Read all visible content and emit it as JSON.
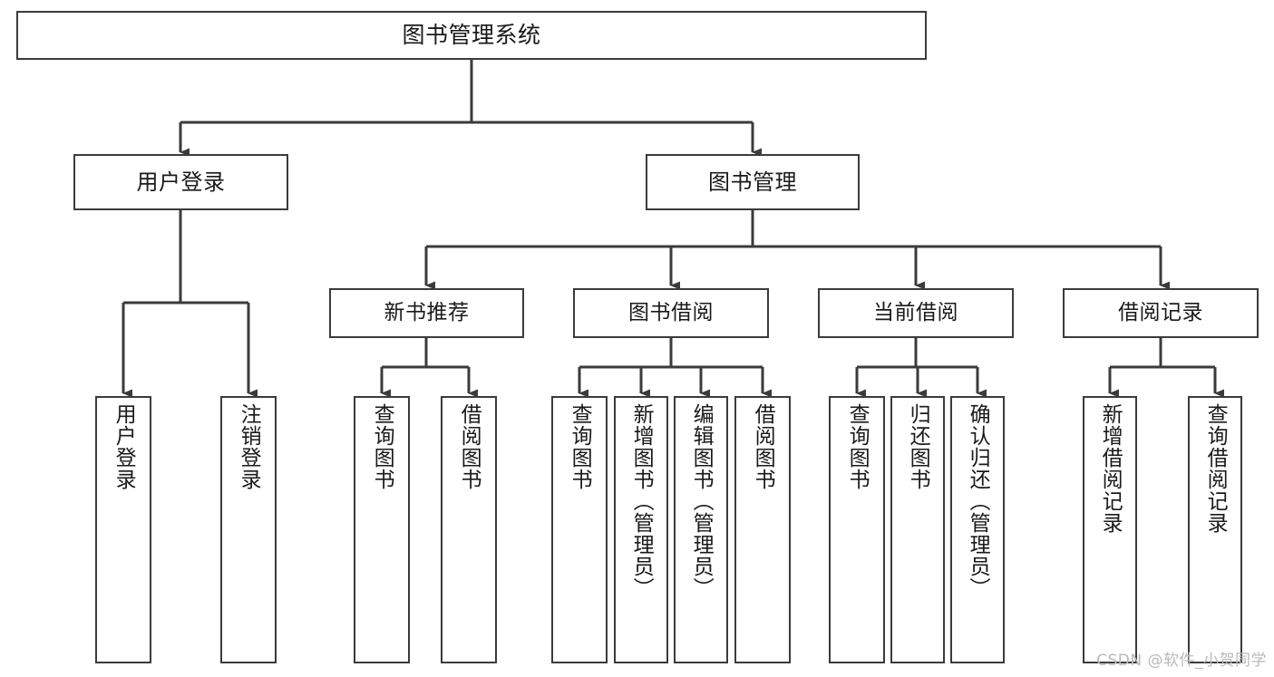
{
  "diagram": {
    "title": "图书管理系统",
    "type": "tree",
    "watermark": "CSDN @软件_小贺同学",
    "colors": {
      "node_border": "#3b3b3b",
      "node_fill": "#ffffff",
      "edge": "#3b3b3b",
      "text": "#1a1a1a",
      "watermark": "#b9b9b9",
      "background": "#ffffff"
    },
    "nodes": {
      "root": {
        "label": "图书管理系统",
        "level": 0,
        "orientation": "horizontal"
      },
      "l1_user_login": {
        "label": "用户登录",
        "level": 1,
        "orientation": "horizontal"
      },
      "l1_book_manage": {
        "label": "图书管理",
        "level": 1,
        "orientation": "horizontal"
      },
      "l2_new_book": {
        "label": "新书推荐",
        "level": 2,
        "orientation": "horizontal"
      },
      "l2_borrow": {
        "label": "图书借阅",
        "level": 2,
        "orientation": "horizontal"
      },
      "l2_current": {
        "label": "当前借阅",
        "level": 2,
        "orientation": "horizontal"
      },
      "l2_record": {
        "label": "借阅记录",
        "level": 2,
        "orientation": "horizontal"
      },
      "leaf_user_login": {
        "label": "用户登录",
        "level": 3,
        "orientation": "vertical"
      },
      "leaf_logout": {
        "label": "注销登录",
        "level": 3,
        "orientation": "vertical"
      },
      "leaf_nb_query": {
        "label": "查询图书",
        "level": 3,
        "orientation": "vertical"
      },
      "leaf_nb_borrow": {
        "label": "借阅图书",
        "level": 3,
        "orientation": "vertical"
      },
      "leaf_bo_query": {
        "label": "查询图书",
        "level": 3,
        "orientation": "vertical"
      },
      "leaf_bo_add": {
        "label": "新增图书（管理员）",
        "level": 3,
        "orientation": "vertical"
      },
      "leaf_bo_edit": {
        "label": "编辑图书（管理员）",
        "level": 3,
        "orientation": "vertical"
      },
      "leaf_bo_borrow": {
        "label": "借阅图书",
        "level": 3,
        "orientation": "vertical"
      },
      "leaf_cu_query": {
        "label": "查询图书",
        "level": 3,
        "orientation": "vertical"
      },
      "leaf_cu_return": {
        "label": "归还图书",
        "level": 3,
        "orientation": "vertical"
      },
      "leaf_cu_confirm": {
        "label": "确认归还（管理员）",
        "level": 3,
        "orientation": "vertical"
      },
      "leaf_rc_add": {
        "label": "新增借阅记录",
        "level": 3,
        "orientation": "vertical"
      },
      "leaf_rc_query": {
        "label": "查询借阅记录",
        "level": 3,
        "orientation": "vertical"
      }
    },
    "hierarchy": [
      {
        "label": "图书管理系统",
        "children": [
          {
            "label": "用户登录",
            "children": [
              {
                "label": "用户登录"
              },
              {
                "label": "注销登录"
              }
            ]
          },
          {
            "label": "图书管理",
            "children": [
              {
                "label": "新书推荐",
                "children": [
                  {
                    "label": "查询图书"
                  },
                  {
                    "label": "借阅图书"
                  }
                ]
              },
              {
                "label": "图书借阅",
                "children": [
                  {
                    "label": "查询图书"
                  },
                  {
                    "label": "新增图书（管理员）"
                  },
                  {
                    "label": "编辑图书（管理员）"
                  },
                  {
                    "label": "借阅图书"
                  }
                ]
              },
              {
                "label": "当前借阅",
                "children": [
                  {
                    "label": "查询图书"
                  },
                  {
                    "label": "归还图书"
                  },
                  {
                    "label": "确认归还（管理员）"
                  }
                ]
              },
              {
                "label": "借阅记录",
                "children": [
                  {
                    "label": "新增借阅记录"
                  },
                  {
                    "label": "查询借阅记录"
                  }
                ]
              }
            ]
          }
        ]
      }
    ]
  }
}
